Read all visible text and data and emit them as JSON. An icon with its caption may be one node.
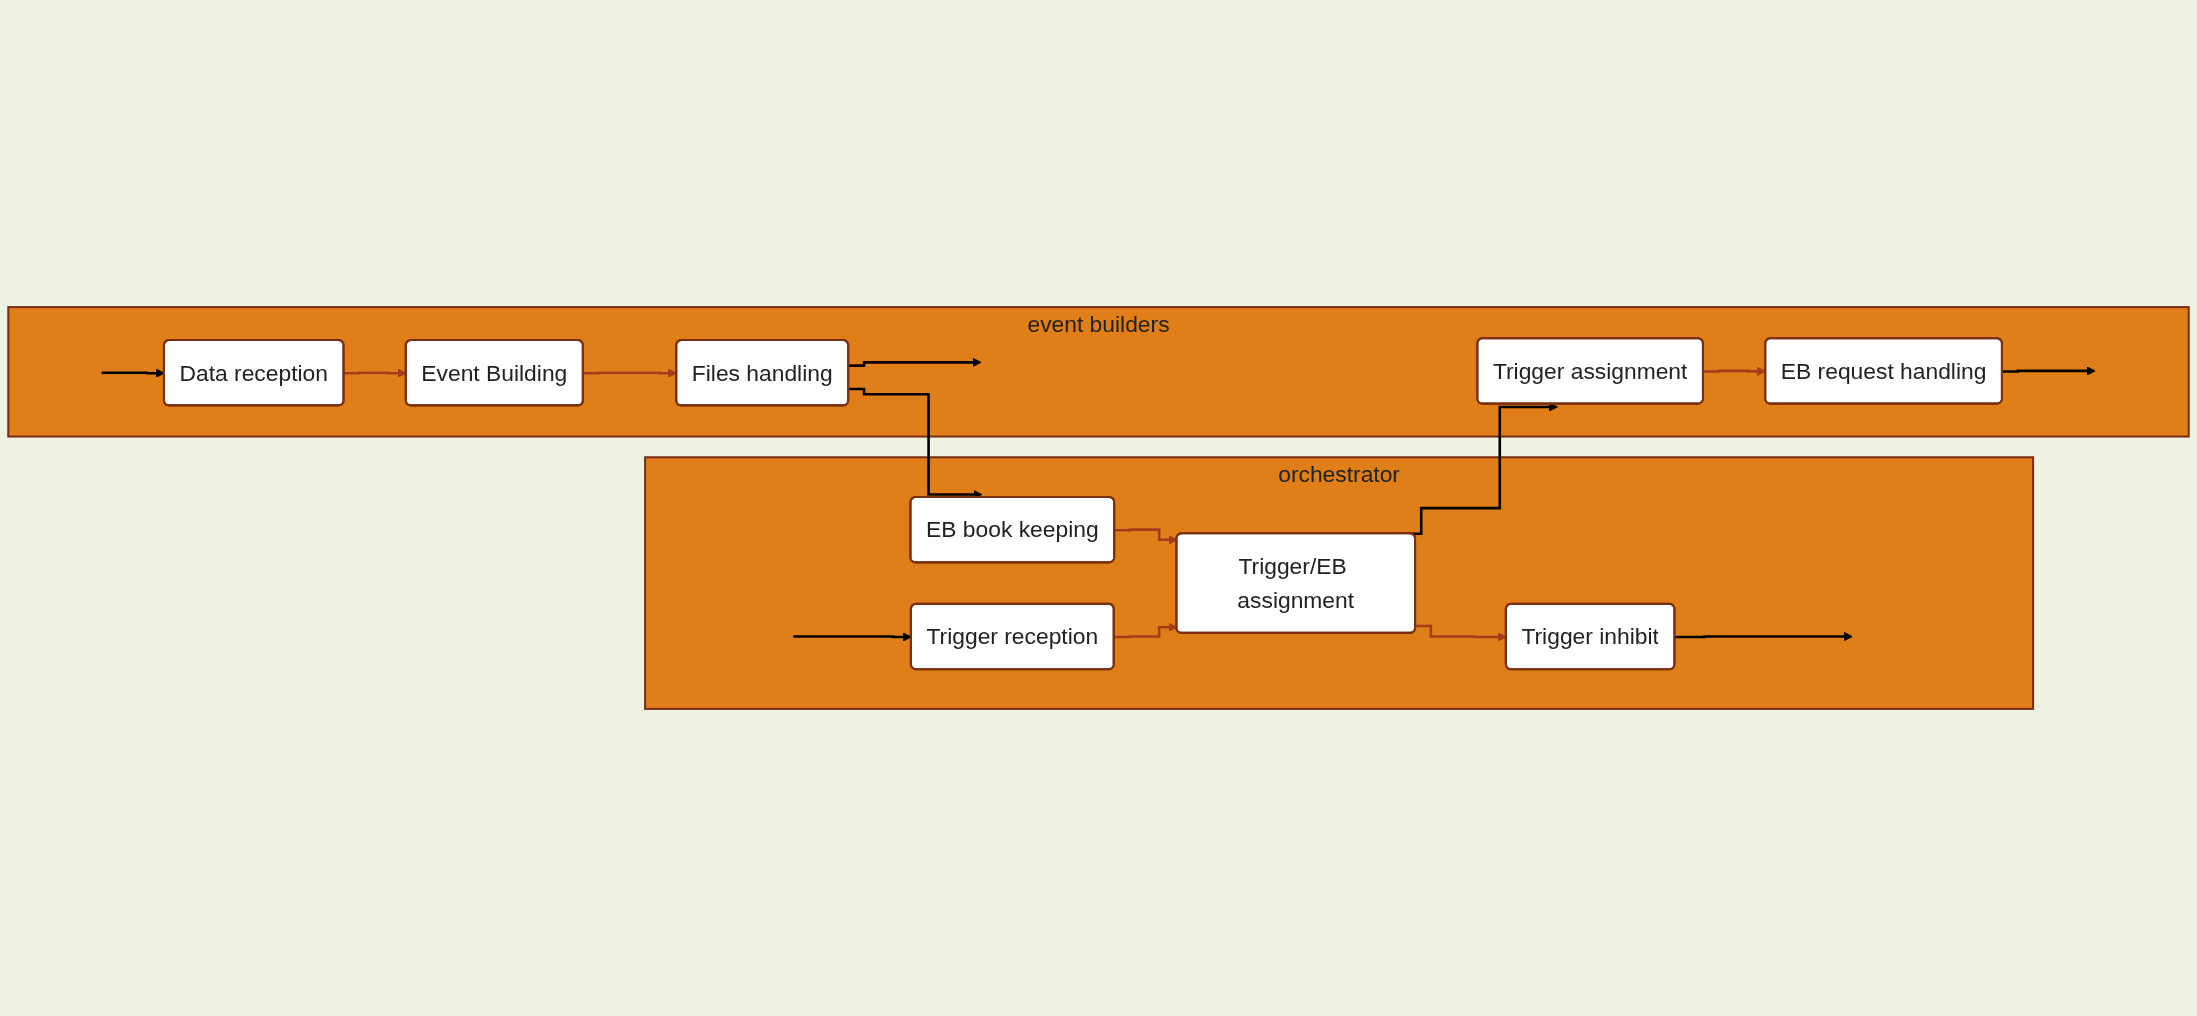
{
  "diagram": {
    "nodes": [
      {
        "text": [
          "orchestrator"
        ]
      },
      {
        "text": [
          "Trigger reception"
        ],
        "in": 0
      },
      {
        "text": [
          "Trigger/EB assignment"
        ],
        "in": 0
      },
      {
        "text": [
          "Trigger inhibit"
        ],
        "in": 0
      },
      {
        "text": [
          "EB book keeping"
        ],
        "in": 0
      },
      {
        "text": [
          "event builders"
        ]
      },
      {
        "text": [
          "Trigger assignment"
        ],
        "in": 5
      },
      {
        "text": [
          "EB request handling"
        ],
        "in": 5
      },
      {
        "text": [
          "Data reception"
        ],
        "in": 5
      },
      {
        "text": [
          "Event Building"
        ],
        "in": 5
      },
      {
        "text": [
          "Files handling"
        ],
        "in": 5
      }
    ],
    "edges": [
      {
        "from": null,
        "to": 1,
        "arrow": "to"
      },
      {
        "from": 1,
        "to": 2,
        "arrow": "to",
        "color": "#a33c1a"
      },
      {
        "from": 2,
        "to": 3,
        "arrow": "to",
        "color": "#a33c1a"
      },
      {
        "from": 4,
        "to": 2,
        "arrow": "to",
        "color": "#a33c1a"
      },
      {
        "from": 2,
        "to": 6,
        "arrow": "to"
      },
      {
        "from": 3,
        "to": null,
        "arrow": "to"
      },
      {
        "from": 6,
        "to": 7,
        "arrow": "to",
        "color": "#a33c1a"
      },
      {
        "from": 7,
        "to": null,
        "arrow": "to"
      },
      {
        "from": null,
        "to": 8,
        "arrow": "to"
      },
      {
        "from": 8,
        "to": 9,
        "arrow": "to",
        "color": "#a33c1a"
      },
      {
        "from": 9,
        "to": 10,
        "arrow": "to",
        "color": "#a33c1a"
      },
      {
        "from": 10,
        "to": 4,
        "arrow": "to"
      },
      {
        "from": 10,
        "to": null,
        "arrow": "to"
      }
    ]
  }
}
